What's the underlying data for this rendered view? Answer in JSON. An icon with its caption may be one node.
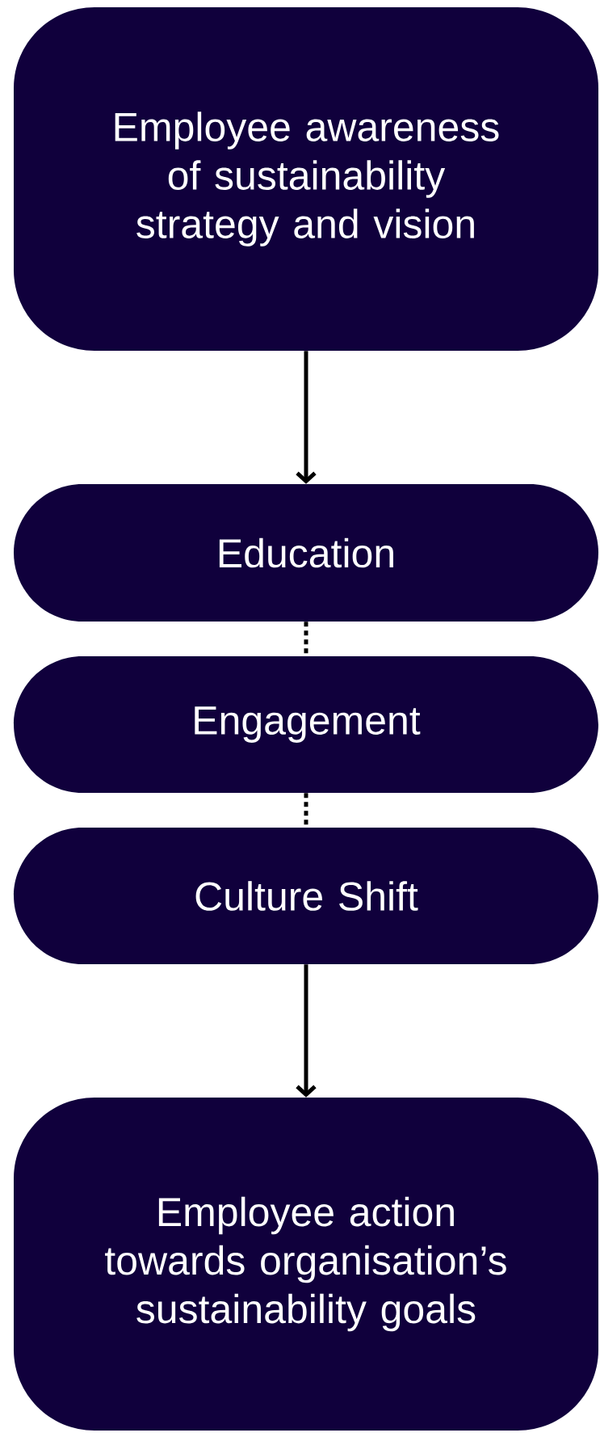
{
  "diagram": {
    "nodes": [
      {
        "text": [
          "Employee awareness of sustainability strategy and vision"
        ]
      },
      {
        "text": [
          "Education"
        ]
      },
      {
        "text": [
          "Engagement"
        ]
      },
      {
        "text": [
          "Culture Shift"
        ]
      },
      {
        "text": [
          "Employee action towards organisation’s sustainability goals"
        ]
      }
    ],
    "edges": [
      {
        "from": 0,
        "to": 1,
        "arrow": "to"
      },
      {
        "from": 1,
        "to": 2,
        "arrow": "none",
        "style": "dashed"
      },
      {
        "from": 2,
        "to": 3,
        "arrow": "none",
        "style": "dashed"
      },
      {
        "from": 3,
        "to": 4,
        "arrow": "to"
      }
    ]
  }
}
